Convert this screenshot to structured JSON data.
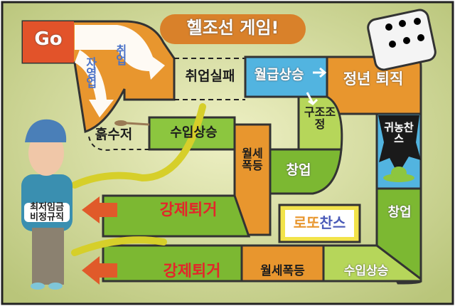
{
  "title": "헬조선 게임!",
  "start": "Go",
  "start_paths": {
    "self_employed": "자영업",
    "employment": "취업"
  },
  "spaces": {
    "job_fail": "취업실패",
    "salary_up": "월급상승",
    "retire": "정년 퇴직",
    "restructure": "구조조정",
    "farm_chance": "귀농찬스",
    "dirt_spoon": "흙수저",
    "income_up_1": "수입상승",
    "rent_spike_1": "월세폭등",
    "startup_1": "창업",
    "eviction_1": "강제퇴거",
    "lotto_chance_a": "로또",
    "lotto_chance_b": "찬스",
    "startup_2": "창업",
    "income_up_2": "수입상승",
    "rent_spike_2": "월세폭등",
    "eviction_2": "강제퇴거"
  },
  "character_shirt": "최저임금 비정규직",
  "colors": {
    "orange": "#e8962e",
    "red_start": "#e2532a",
    "blue": "#52b4e0",
    "green": "#7cb832",
    "light_green": "#a9cf45",
    "background": "#dfe4a8"
  }
}
